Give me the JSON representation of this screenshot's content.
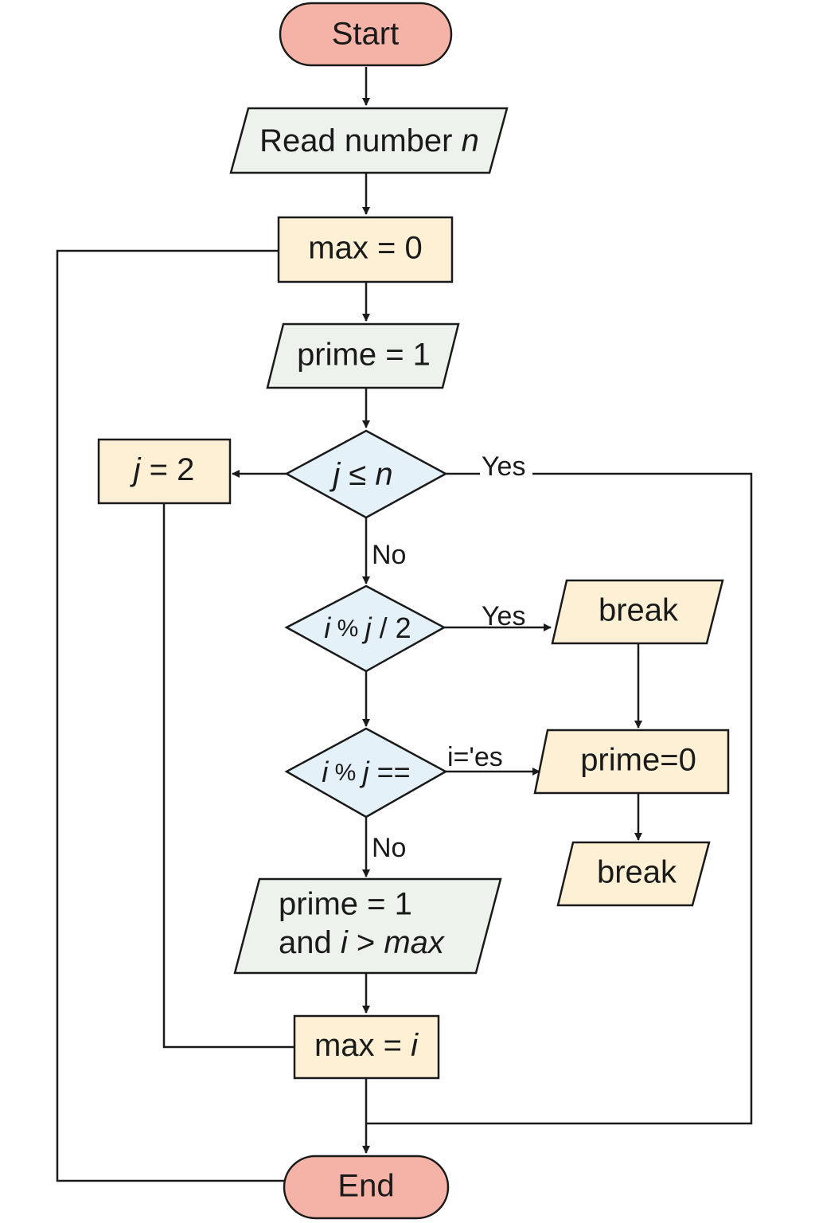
{
  "colors": {
    "terminal": "#f4b3a6",
    "io": "#edf2ec",
    "process": "#fdf0d4",
    "decision": "#e5f1f9",
    "stroke": "#1a1a1a"
  },
  "nodes": {
    "start": "Start",
    "read_prefix": "Read number ",
    "read_var": "n",
    "max_init": "max = 0",
    "prime_init": "prime = 1",
    "j_var": "j",
    "j_init_rest": " = 2",
    "cond1_j": "j",
    "cond1_op": " ≤ ",
    "cond1_n": "n",
    "cond2_i": "i",
    "cond2_mod": " % ",
    "cond2_j": "j",
    "cond2_rest": " / 2",
    "cond3_i": "i",
    "cond3_mod": " % ",
    "cond3_j": "j",
    "cond3_rest": " ==",
    "break_top": "break",
    "prime_zero": "prime=0",
    "break_bottom": "break",
    "check_line1": "prime = 1",
    "check_and": "and ",
    "check_i": "i",
    "check_gt": " > ",
    "check_max": "max",
    "assign_prefix": "max = ",
    "assign_i": "i",
    "end": "End"
  },
  "edge_labels": {
    "cond1_yes": "Yes",
    "cond1_no": "No",
    "cond2_yes": "Yes",
    "cond3_yes": "i='es",
    "cond3_no": "No"
  }
}
